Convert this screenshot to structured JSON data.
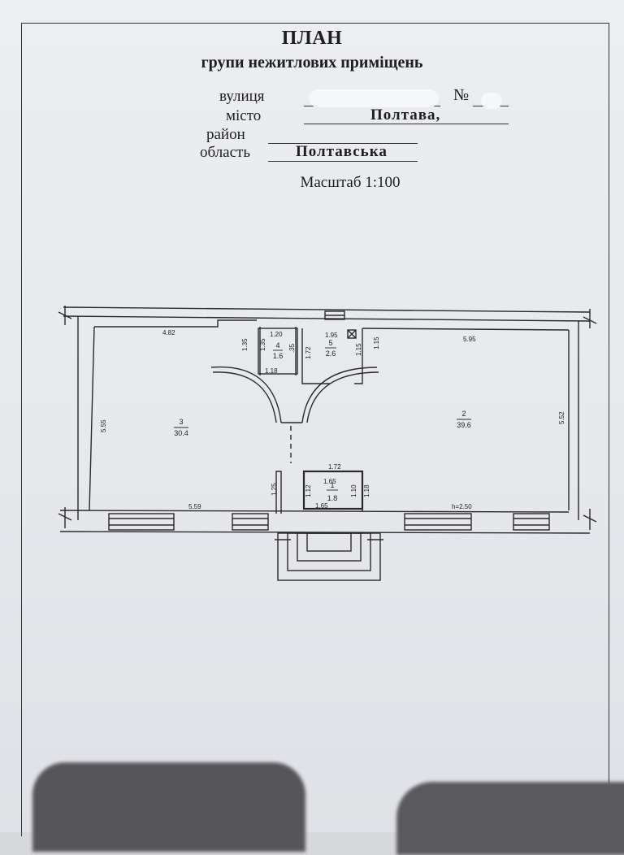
{
  "header": {
    "title": "ПЛАН",
    "subtitle": "групи нежитлових приміщень",
    "street_label": "вулиця",
    "number_label": "№",
    "city_label": "місто",
    "city_value": "Полтава,",
    "district_label": "район",
    "region_label": "область",
    "region_value": "Полтавська",
    "scale_label": "Масштаб 1:100"
  },
  "plan": {
    "rooms": [
      {
        "number": "3",
        "area": "30.4"
      },
      {
        "number": "2",
        "area": "39.6"
      },
      {
        "number": "4",
        "area": "1.6"
      },
      {
        "number": "5",
        "area": "2.6"
      },
      {
        "number": "1",
        "area": "1.8"
      }
    ],
    "dimensions": {
      "room3_top": "4.82",
      "room3_left": "5.55",
      "room3_bottom": "5.59",
      "room2_top": "5.95",
      "room2_right": "5.52",
      "room4_top": "1.20",
      "room4_left": "1.35",
      "room4_right": ".35",
      "room4_bottom": "1.18",
      "room5_top": "1.95",
      "room5_left": "1.72",
      "room5_right_a": "1.15",
      "room5_right_b": "1.15",
      "corridor_left": "1.35",
      "room1_top": "1.72",
      "room1_inner": "1.65",
      "room1_bottom": "1.65",
      "room1_left": "1.12",
      "room1_right_a": "1.10",
      "room1_right_b": "1.18",
      "door_jamb": "1.25",
      "ceiling_height": "h=2.50"
    }
  }
}
